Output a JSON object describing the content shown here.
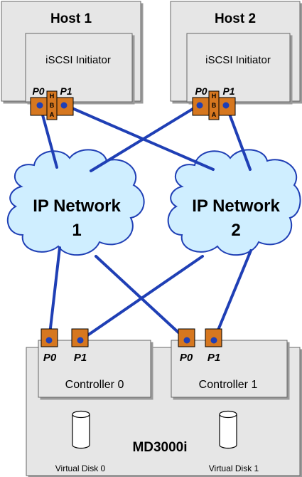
{
  "hosts": [
    {
      "title": "Host 1",
      "initiator": "iSCSI Initiator",
      "port0": "P0",
      "port1": "P1",
      "hba": [
        "H",
        "B",
        "A"
      ]
    },
    {
      "title": "Host 2",
      "initiator": "iSCSI Initiator",
      "port0": "P0",
      "port1": "P1",
      "hba": [
        "H",
        "B",
        "A"
      ]
    }
  ],
  "networks": [
    {
      "line1": "IP Network",
      "line2": "1"
    },
    {
      "line1": "IP Network",
      "line2": "2"
    }
  ],
  "array": {
    "title": "MD3000i",
    "controllers": [
      {
        "label": "Controller 0",
        "port0": "P0",
        "port1": "P1"
      },
      {
        "label": "Controller 1",
        "port0": "P0",
        "port1": "P1"
      }
    ],
    "disks": [
      {
        "label": "Virtual Disk 0"
      },
      {
        "label": "Virtual Disk 1"
      }
    ]
  },
  "colors": {
    "box_fill": "#e6e6e6",
    "cloud_fill": "#cfeeff",
    "port_fill": "#d6771f",
    "link": "#1f3fb5"
  }
}
